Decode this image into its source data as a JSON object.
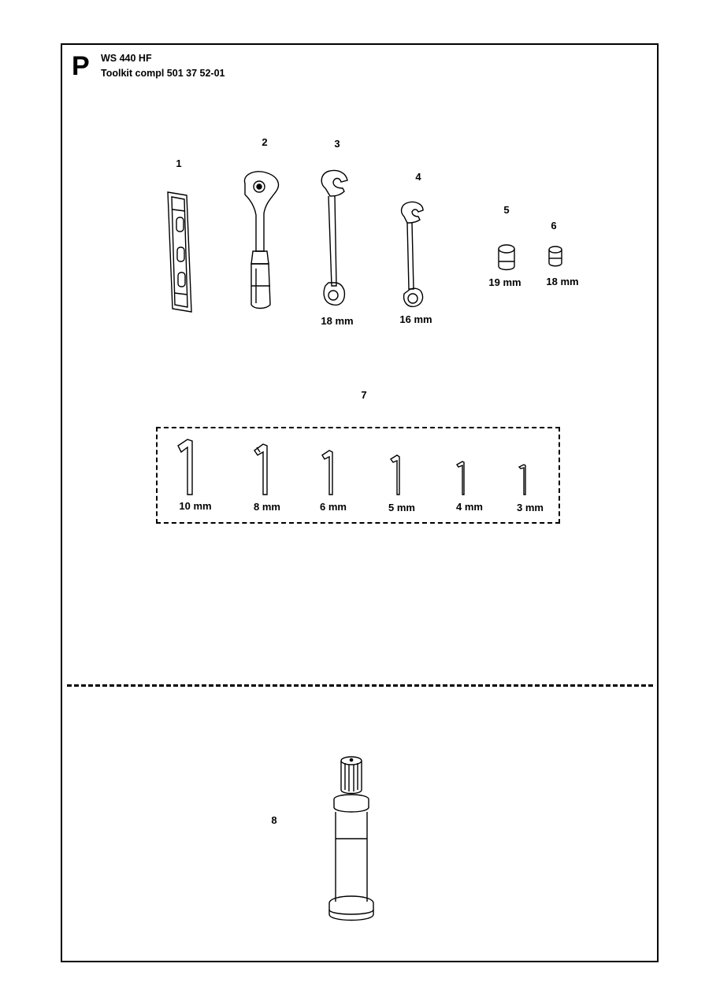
{
  "header": {
    "section_letter": "P",
    "model": "WS 440 HF",
    "title": "Toolkit compl 501 37 52-01"
  },
  "parts": [
    {
      "number": "1",
      "size": ""
    },
    {
      "number": "2",
      "size": ""
    },
    {
      "number": "3",
      "size": "18 mm"
    },
    {
      "number": "4",
      "size": "16 mm"
    },
    {
      "number": "5",
      "size": "19 mm"
    },
    {
      "number": "6",
      "size": "18 mm"
    },
    {
      "number": "7",
      "size": ""
    },
    {
      "number": "8",
      "size": ""
    }
  ],
  "hex_keys": [
    {
      "size": "10 mm"
    },
    {
      "size": "8 mm"
    },
    {
      "size": "6 mm"
    },
    {
      "size": "5 mm"
    },
    {
      "size": "4 mm"
    },
    {
      "size": "3 mm"
    }
  ]
}
